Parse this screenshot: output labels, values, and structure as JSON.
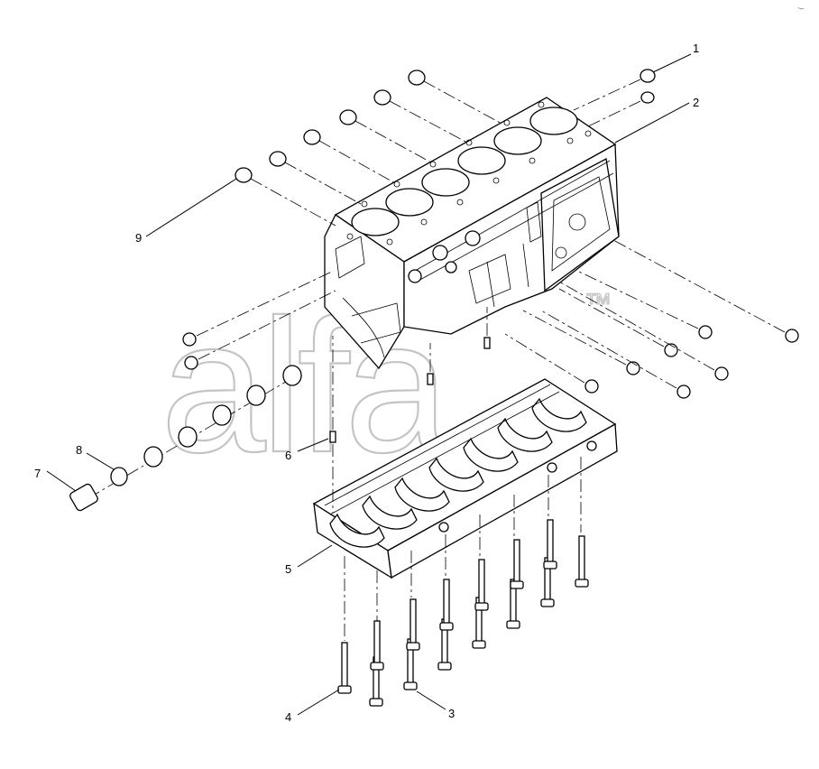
{
  "diagram": {
    "watermark": {
      "text": "alfa",
      "trademark": "™"
    },
    "corner_mark": "ᐧ–",
    "callouts": [
      {
        "id": "callout-1",
        "label": "1"
      },
      {
        "id": "callout-2",
        "label": "2"
      },
      {
        "id": "callout-3",
        "label": "3"
      },
      {
        "id": "callout-4",
        "label": "4"
      },
      {
        "id": "callout-5",
        "label": "5"
      },
      {
        "id": "callout-6",
        "label": "6"
      },
      {
        "id": "callout-7",
        "label": "7"
      },
      {
        "id": "callout-8",
        "label": "8"
      },
      {
        "id": "callout-9",
        "label": "9"
      }
    ],
    "colors": {
      "line": "#000000",
      "watermark": "#c4c4c4",
      "background": "#ffffff"
    }
  }
}
